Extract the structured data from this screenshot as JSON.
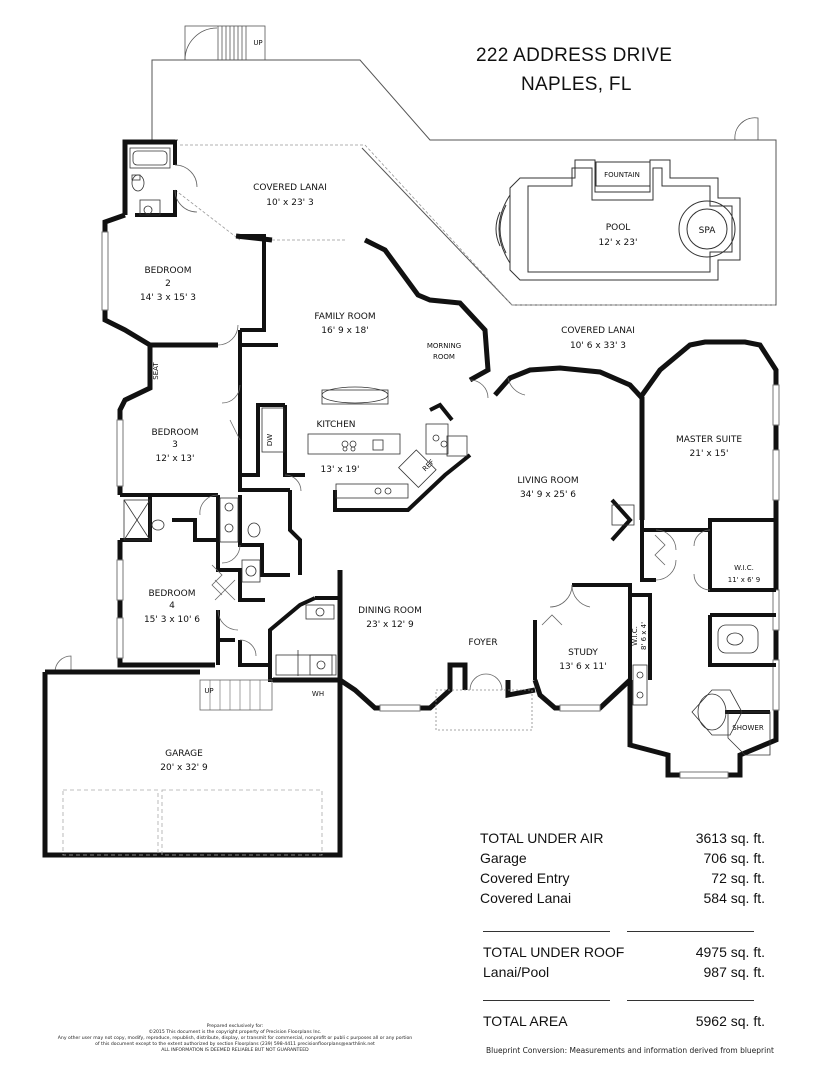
{
  "header": {
    "address": "222 ADDRESS DRIVE",
    "city": "NAPLES, FL"
  },
  "rooms": {
    "covered_lanai_top": {
      "name": "COVERED LANAI",
      "dims": "10' x 23' 3"
    },
    "pool": {
      "name": "POOL",
      "dims": "12' x 23'"
    },
    "fountain": {
      "name": "FOUNTAIN"
    },
    "spa": {
      "name": "SPA"
    },
    "bedroom2": {
      "name": "BEDROOM",
      "num": "2",
      "dims": "14' 3 x 15' 3"
    },
    "family_room": {
      "name": "FAMILY ROOM",
      "dims": "16' 9 x 18'"
    },
    "morning_room": {
      "name": "MORNING",
      "name2": "ROOM"
    },
    "covered_lanai_right": {
      "name": "COVERED LANAI",
      "dims": "10' 6 x 33' 3"
    },
    "bedroom3": {
      "name": "BEDROOM",
      "num": "3",
      "dims": "12' x 13'"
    },
    "kitchen": {
      "name": "KITCHEN",
      "dims": "13' x 19'"
    },
    "master_suite": {
      "name": "MASTER SUITE",
      "dims": "21' x 15'"
    },
    "living_room": {
      "name": "LIVING ROOM",
      "dims": "34' 9 x 25' 6"
    },
    "wic_master": {
      "name": "W.I.C.",
      "dims": "11' x 6' 9"
    },
    "bedroom4": {
      "name": "BEDROOM",
      "num": "4",
      "dims": "15' 3 x 10' 6"
    },
    "dining_room": {
      "name": "DINING ROOM",
      "dims": "23' x 12' 9"
    },
    "foyer": {
      "name": "FOYER"
    },
    "study": {
      "name": "STUDY",
      "dims": "13' 6 x 11'"
    },
    "wic_small": {
      "name": "W.I.C.",
      "dims": "8' 6 x 4'"
    },
    "shower": {
      "name": "SHOWER"
    },
    "garage": {
      "name": "GARAGE",
      "dims": "20' x 32' 9"
    }
  },
  "fixtures": {
    "seat": "SEAT",
    "dw": "DW",
    "ref": "REF",
    "wh": "WH",
    "up_top": "UP",
    "up_garage": "UP"
  },
  "areas": {
    "group1": [
      {
        "label": "TOTAL UNDER AIR",
        "value": "3613  sq. ft."
      },
      {
        "label": "Garage",
        "value": "706  sq. ft."
      },
      {
        "label": "Covered Entry",
        "value": "72  sq. ft."
      },
      {
        "label": "Covered Lanai",
        "value": "584  sq. ft."
      }
    ],
    "group2": [
      {
        "label": "TOTAL UNDER ROOF",
        "value": "4975  sq. ft."
      },
      {
        "label": "Lanai/Pool",
        "value": "987  sq. ft."
      }
    ],
    "group3": [
      {
        "label": "TOTAL AREA",
        "value": "5962  sq. ft."
      }
    ]
  },
  "footer": {
    "disclaimer_1": "Prepared exclusively for:",
    "disclaimer_2": "©2015 This document is the copyright property of Precision Floorplans Inc.",
    "disclaimer_3": "Any other user may not copy, modify, reproduce, republish, distribute, display, or transmit for commercial, nonprofit or publi       c purposes all or any portion",
    "disclaimer_4": "of this document except to the extent authorized by section Floorplans (239) 598-4411  precisionfloorplans@earthlink.net",
    "disclaimer_5": "ALL INFORMATION IS DEEMED RELIABLE BUT NOT GUARANTEED",
    "blueprint_note": "Blueprint Conversion: Measurements and information derived from blueprint"
  }
}
